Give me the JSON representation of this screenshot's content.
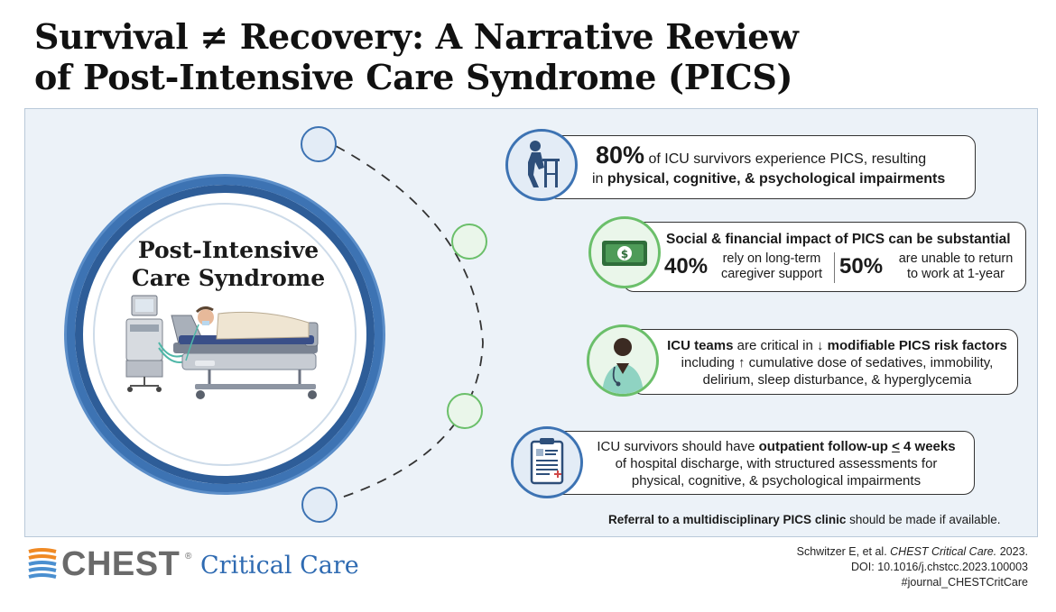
{
  "title_line1": "Survival ≠ Recovery: A Narrative Review",
  "title_line2": "of Post-Intensive Care Syndrome (PICS)",
  "circle_title_line1": "Post-Intensive",
  "circle_title_line2": "Care Syndrome",
  "card1": {
    "stat": "80%",
    "text1": " of ICU survivors experience PICS, resulting",
    "text2_pre": "in ",
    "text2_bold": "physical, cognitive, & psychological impairments",
    "icon": "elderly-walker-icon",
    "accent": "#3d73b3"
  },
  "card2": {
    "heading": "Social & financial impact of PICS can be substantial",
    "stat_a": "40%",
    "text_a1": "rely on long-term",
    "text_a2": "caregiver support",
    "stat_b": "50%",
    "text_b1": "are unable to return",
    "text_b2": "to work at 1-year",
    "icon": "money-bill-icon",
    "accent": "#6bbf6a"
  },
  "card3": {
    "l1_bold": "ICU teams",
    "l1_mid": " are critical in ",
    "l1_bold2": "↓ modifiable PICS risk factors",
    "l2": "including ↑ cumulative dose of sedatives, immobility,",
    "l3": "delirium, sleep disturbance, & hyperglycemia",
    "icon": "doctor-icon",
    "accent": "#6bbf6a"
  },
  "card4": {
    "l1_pre": "ICU survivors should have ",
    "l1_bold": "outpatient follow-up ",
    "l1_le": "<",
    "l1_bold2": " 4 weeks",
    "l2": "of hospital discharge, with structured assessments for",
    "l3": "physical, cognitive, & psychological impairments",
    "icon": "clipboard-icon",
    "accent": "#3d73b3"
  },
  "referral_bold": "Referral to a multidisciplinary PICS clinic",
  "referral_rest": " should be made if available.",
  "footer": {
    "chest": "CHEST",
    "reg": "®",
    "critical_care": "Critical Care",
    "cite_l1_pre": "Schwitzer E, et al. ",
    "cite_l1_ital": "CHEST Critical Care.",
    "cite_l1_post": " 2023.",
    "cite_l2": "DOI: 10.1016/j.chstcc.2023.100003",
    "cite_l3": "#journal_CHESTCritCare"
  },
  "colors": {
    "blue": "#3d73b3",
    "green": "#6bbf6a",
    "panel": "#ecf2f8",
    "critical_care_text": "#2f6bb2"
  }
}
